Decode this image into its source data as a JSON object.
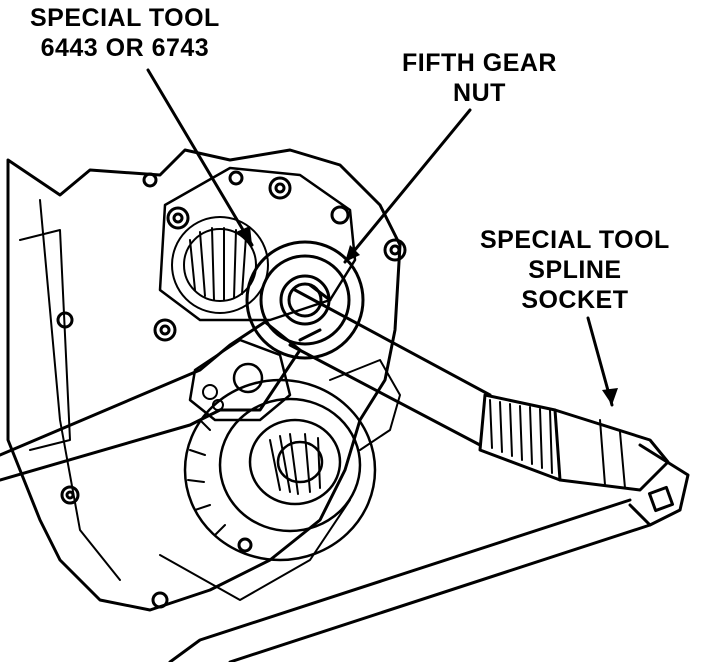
{
  "figure": {
    "subject": "transmission-fifth-gear-nut-removal",
    "colors": {
      "ink": "#000000",
      "paper": "#ffffff"
    }
  },
  "callouts": {
    "special_tool_1": {
      "lines": [
        "SPECIAL TOOL",
        "6443 OR 6743"
      ]
    },
    "fifth_gear_nut": {
      "lines": [
        "FIFTH GEAR",
        "NUT"
      ]
    },
    "special_tool_2": {
      "lines": [
        "SPECIAL TOOL",
        "SPLINE",
        "SOCKET"
      ]
    }
  }
}
